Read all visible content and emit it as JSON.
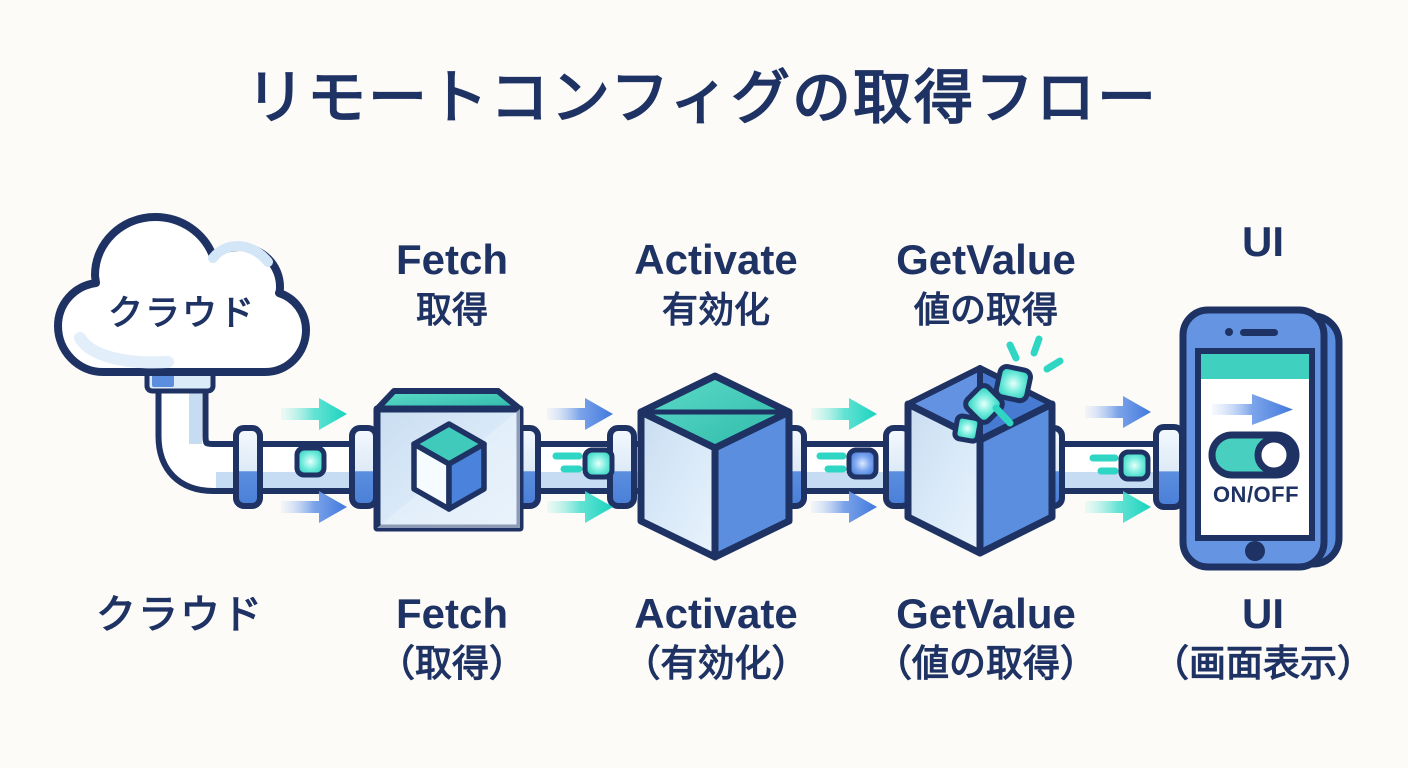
{
  "title": "リモートコンフィグの取得フロー",
  "cloud": {
    "label": "クラウド",
    "bottom_label": "クラウド"
  },
  "stages": [
    {
      "id": "fetch",
      "top_label": "Fetch",
      "top_sublabel": "取得",
      "bottom_label": "Fetch",
      "bottom_sublabel": "（取得）"
    },
    {
      "id": "activate",
      "top_label": "Activate",
      "top_sublabel": "有効化",
      "bottom_label": "Activate",
      "bottom_sublabel": "（有効化）"
    },
    {
      "id": "getvalue",
      "top_label": "GetValue",
      "top_sublabel": "値の取得",
      "bottom_label": "GetValue",
      "bottom_sublabel": "（値の取得）"
    },
    {
      "id": "ui",
      "top_label": "UI",
      "bottom_label": "UI",
      "bottom_sublabel": "（画面表示）"
    }
  ],
  "phone": {
    "toggle_label": "ON/OFF"
  },
  "icons": [
    "cloud-icon",
    "pipe",
    "pipe-coupling",
    "fetch-box-icon",
    "config-cube-icon",
    "activate-cube-icon",
    "getvalue-box-icon",
    "value-chip-icon",
    "sparkle-icon",
    "flow-arrow-icon",
    "data-packet-icon",
    "smartphone-icon",
    "screen-arrow-icon",
    "toggle-switch-icon",
    "home-button",
    "camera-icon",
    "speaker-icon"
  ],
  "colors": {
    "navy": "#1e3263",
    "teal": "#2fd6c4",
    "teal_surface": "#3fcdbc",
    "blue": "#4a82dc",
    "blue_face": "#5b8ede",
    "light_face": "#d9e9f8",
    "pipe_shade": "#c6dcf2",
    "background": "#fcfbf8",
    "white": "#ffffff"
  }
}
